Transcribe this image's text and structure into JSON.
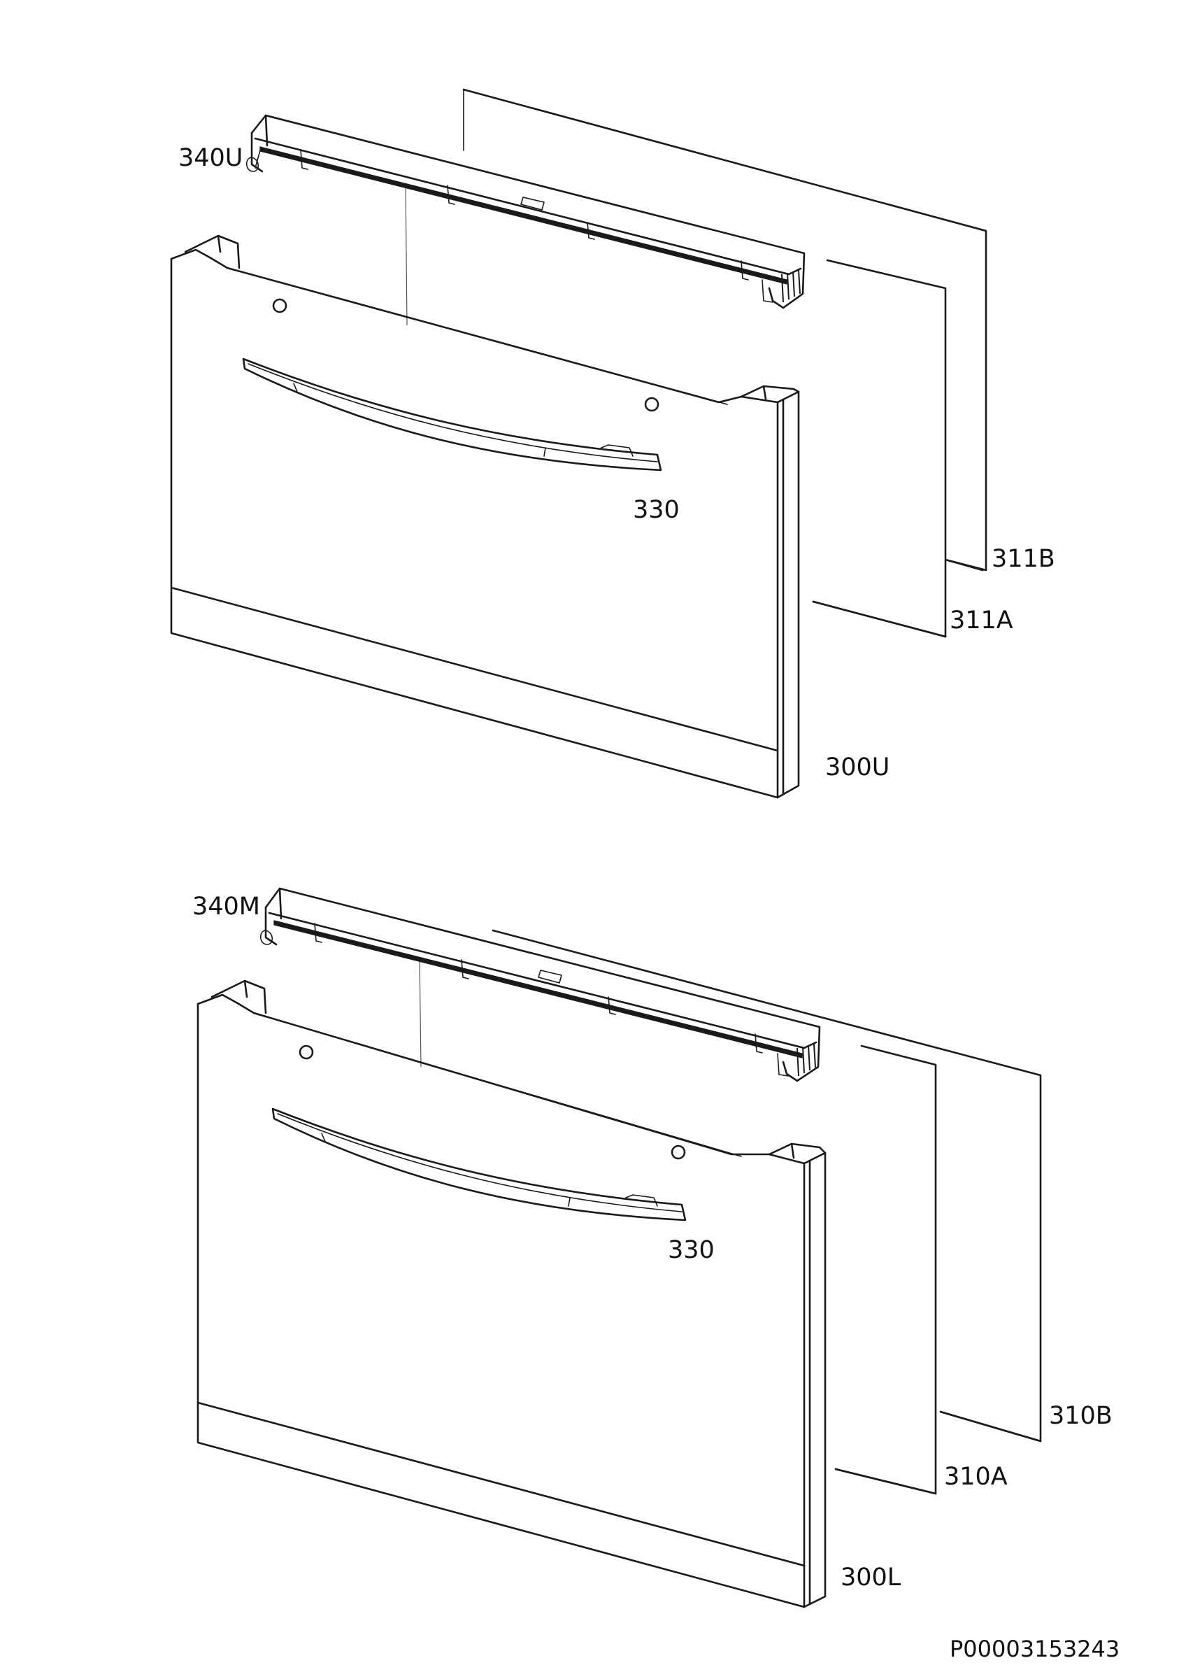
{
  "labels": {
    "trim_upper": "340U",
    "handle_upper": "330",
    "glass_upper_b": "311B",
    "glass_upper_a": "311A",
    "door_upper": "300U",
    "trim_middle": "340M",
    "handle_lower": "330",
    "glass_lower_b": "310B",
    "glass_lower_a": "310A",
    "door_lower": "300L"
  },
  "drawing_id": "P00003153243"
}
